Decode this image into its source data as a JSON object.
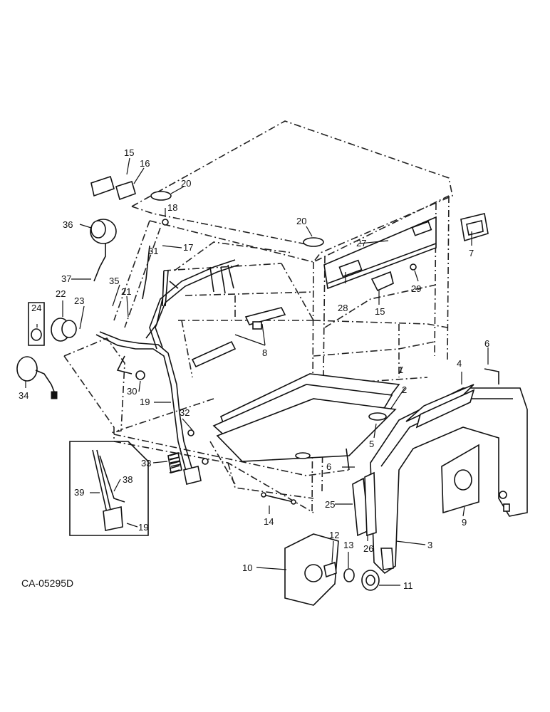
{
  "drawing_code": "CA-05295D",
  "callouts": {
    "c1": "1",
    "c2": "2",
    "c3": "3",
    "c4": "4",
    "c5": "5",
    "c6a": "6",
    "c6b": "6",
    "c7": "7",
    "c8": "8",
    "c9": "9",
    "c10": "10",
    "c11": "11",
    "c12": "12",
    "c13": "13",
    "c14": "14",
    "c15a": "15",
    "c15b": "15",
    "c16": "16",
    "c17": "17",
    "c18": "18",
    "c19a": "19",
    "c19b": "19",
    "c20a": "20",
    "c20b": "20",
    "c21": "21",
    "c22": "22",
    "c23": "23",
    "c24": "24",
    "c25": "25",
    "c26": "26",
    "c27": "27",
    "c28": "28",
    "c29": "29",
    "c30": "30",
    "c31": "31",
    "c32": "32",
    "c33": "33",
    "c34": "34",
    "c35": "35",
    "c36": "36",
    "c37": "37",
    "c38": "38",
    "c39": "39"
  }
}
